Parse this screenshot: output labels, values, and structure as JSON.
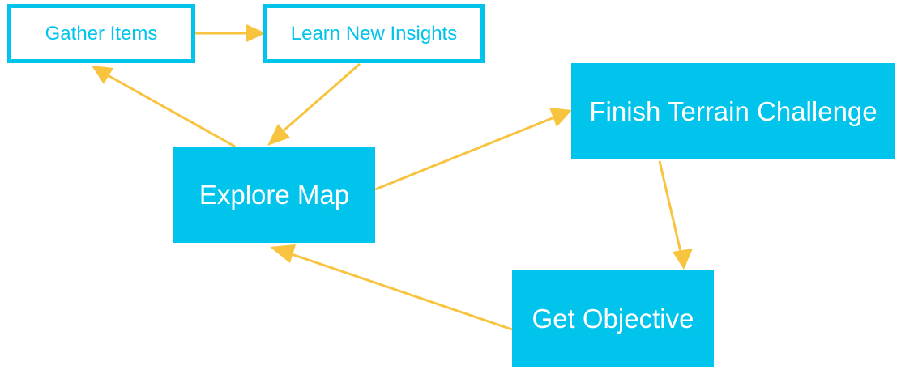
{
  "diagram": {
    "colors": {
      "node_fill": "#00c4ec",
      "node_text_on_fill": "#ffffff",
      "outline_text": "#00c4ec",
      "arrow": "#f8c440"
    },
    "nodes": {
      "gather_items": {
        "label": "Gather Items",
        "style": "outline"
      },
      "learn_new_insights": {
        "label": "Learn New Insights",
        "style": "outline"
      },
      "explore_map": {
        "label": "Explore Map",
        "style": "solid"
      },
      "finish_terrain_challenge": {
        "label": "Finish Terrain Challenge",
        "style": "solid"
      },
      "get_objective": {
        "label": "Get Objective",
        "style": "solid"
      }
    },
    "edges": [
      {
        "from": "gather_items",
        "to": "learn_new_insights"
      },
      {
        "from": "learn_new_insights",
        "to": "explore_map"
      },
      {
        "from": "explore_map",
        "to": "gather_items"
      },
      {
        "from": "explore_map",
        "to": "finish_terrain_challenge"
      },
      {
        "from": "finish_terrain_challenge",
        "to": "get_objective"
      },
      {
        "from": "get_objective",
        "to": "explore_map"
      }
    ]
  }
}
